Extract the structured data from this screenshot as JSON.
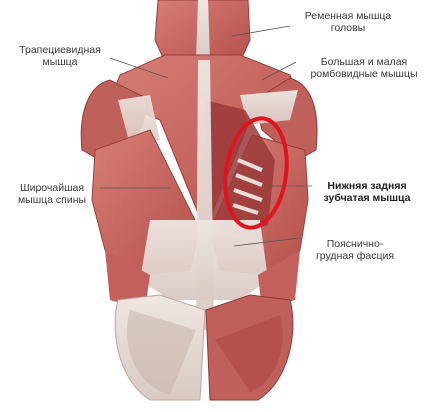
{
  "labels": {
    "splenius": {
      "line1": "Ременная мышца",
      "line2": "головы"
    },
    "trapezius": {
      "line1": "Трапециевидная",
      "line2": "мышца"
    },
    "rhomboid": {
      "line1": "Большая и малая",
      "line2": "ромбовидные мышцы"
    },
    "latissimus": {
      "line1": "Широчайшая",
      "line2": "мышца спины"
    },
    "serratus": {
      "line1": "Нижняя задняя",
      "line2": "зубчатая мышца"
    },
    "fascia": {
      "line1": "Пояснично-",
      "line2": "грудная фасция"
    }
  },
  "colors": {
    "muscle": "#c96a63",
    "muscle_dark": "#a8423f",
    "tendon": "#e8dcd6",
    "highlight_ellipse": "#e0141e",
    "leader_line": "#555555"
  }
}
